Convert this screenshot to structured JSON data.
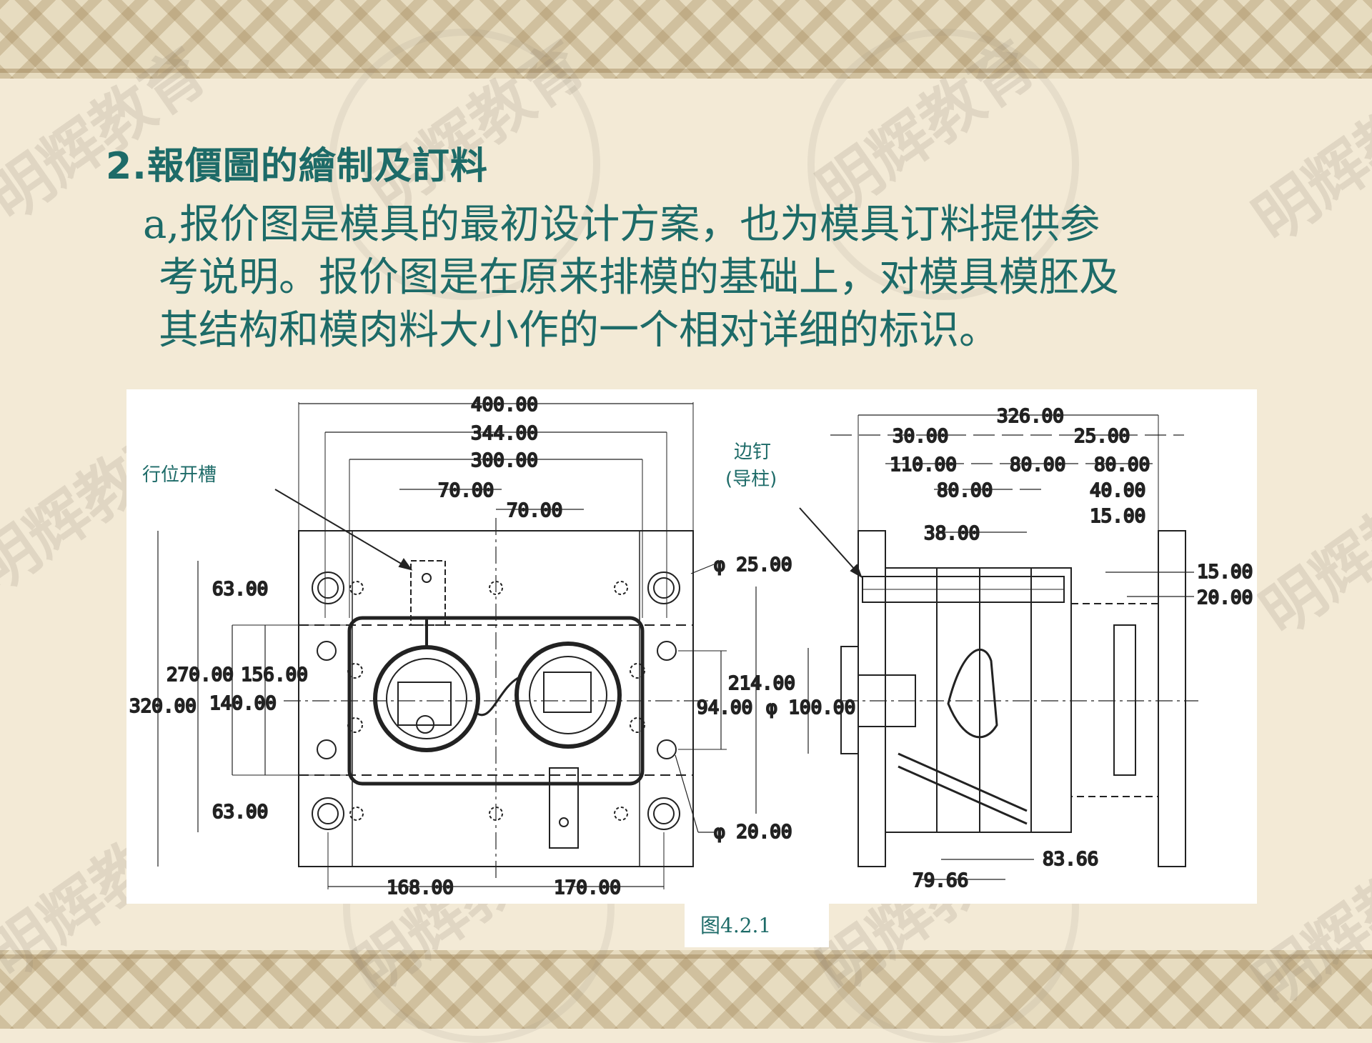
{
  "slide": {
    "heading": "2.報價圖的繪制及訂料",
    "paragraph_lines": [
      "a,报价图是模具的最初设计方案，也为模具订料提供参",
      "考说明。报价图是在原来排模的基础上，对模具模胚及",
      "其结构和模肉料大小作的一个相对详细的标识。"
    ],
    "watermark_text": "明辉教育"
  },
  "figure": {
    "caption": "图4.2.1",
    "left_view": {
      "callout": "行位开槽",
      "dims": {
        "w400": "400.00",
        "w344": "344.00",
        "w300": "300.00",
        "d70a": "70.00",
        "d70b": "70.00",
        "d63a": "63.00",
        "d63b": "63.00",
        "d270": "270.00",
        "d156": "156.00",
        "d140": "140.00",
        "d320": "320.00",
        "d214": "214.00",
        "d94": "94.00",
        "phi25": "φ 25.00",
        "phi20": "φ 20.00",
        "d168": "168.00",
        "d170": "170.00"
      }
    },
    "right_view": {
      "callout_1": "边钉",
      "callout_2": "(导柱)",
      "dims": {
        "w326": "326.00",
        "d30": "30.00",
        "d25": "25.00",
        "d110": "110.00",
        "d80a": "80.00",
        "d80b": "80.00",
        "d80c": "80.00",
        "d40": "40.00",
        "d15a": "15.00",
        "d38": "38.00",
        "d15b": "15.00",
        "d20": "20.00",
        "phi100": "φ 100.00",
        "d83": "83.66",
        "d79": "79.66"
      }
    }
  },
  "colors": {
    "text": "#1d6b68",
    "background": "#f3ead6"
  }
}
